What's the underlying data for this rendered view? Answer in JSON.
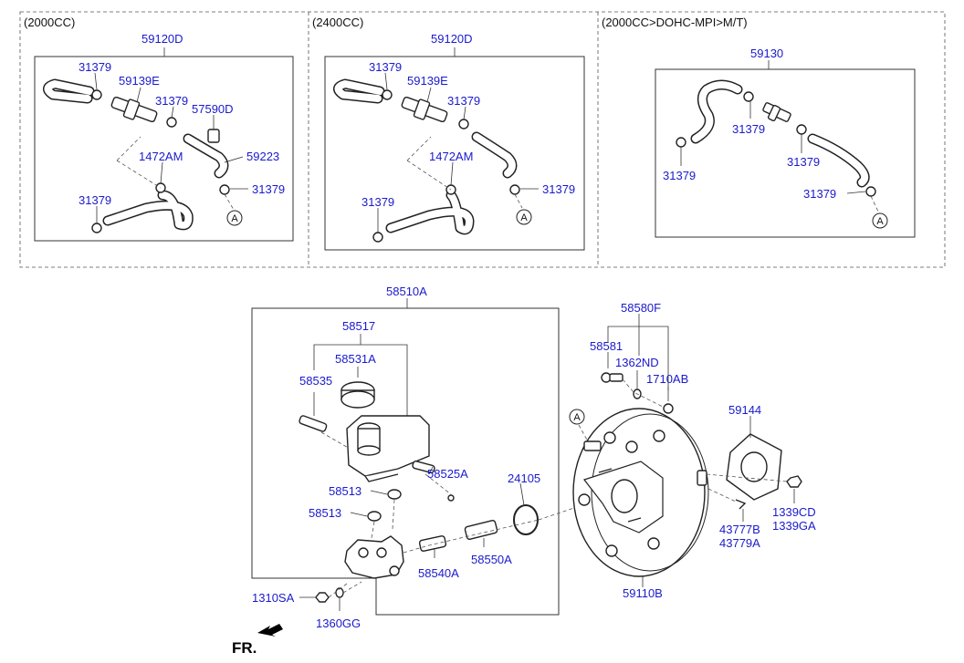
{
  "sections": {
    "s1": "(2000CC)",
    "s2": "(2400CC)",
    "s3": "(2000CC>DOHC-MPI>M/T)"
  },
  "callouts": {
    "s1_59120D": "59120D",
    "s1_31379_a": "31379",
    "s1_59139E": "59139E",
    "s1_31379_b": "31379",
    "s1_57590D": "57590D",
    "s1_59223": "59223",
    "s1_1472AM": "1472AM",
    "s1_31379_c": "31379",
    "s1_31379_d": "31379",
    "s2_59120D": "59120D",
    "s2_31379_a": "31379",
    "s2_59139E": "59139E",
    "s2_31379_b": "31379",
    "s2_1472AM": "1472AM",
    "s2_31379_c": "31379",
    "s2_31379_d": "31379",
    "s3_59130": "59130",
    "s3_31379_a": "31379",
    "s3_31379_b": "31379",
    "s3_31379_c": "31379",
    "s3_31379_d": "31379",
    "m_58510A": "58510A",
    "m_58517": "58517",
    "m_58531A": "58531A",
    "m_58535": "58535",
    "m_58513_a": "58513",
    "m_58513_b": "58513",
    "m_58525A": "58525A",
    "m_58540A": "58540A",
    "m_58550A": "58550A",
    "m_24105": "24105",
    "m_1310SA": "1310SA",
    "m_1360GG": "1360GG",
    "b_58580F": "58580F",
    "b_58581": "58581",
    "b_1362ND": "1362ND",
    "b_1710AB": "1710AB",
    "b_59144": "59144",
    "b_1339CD": "1339CD",
    "b_1339GA": "1339GA",
    "b_43777B": "43777B",
    "b_43779A": "43779A",
    "b_59110B": "59110B"
  },
  "markers": {
    "ref_a": "A"
  },
  "direction_label": "FR."
}
